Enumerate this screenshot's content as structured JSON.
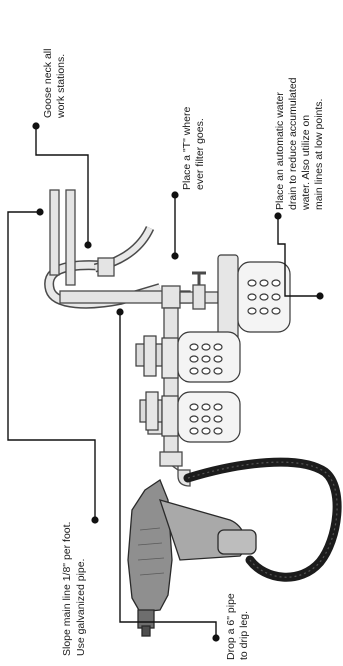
{
  "annotations": {
    "goose_neck": [
      "Goose neck all",
      "work stations."
    ],
    "tee": [
      "Place a \"T\" where",
      "ever filter goes."
    ],
    "water_drain": [
      "Place an automatic water",
      "drain to reduce accumulated",
      "water.  Also utilize on",
      "main lines at low points."
    ],
    "slope": [
      "Slope main line 1/8\" per foot.",
      "Use galvanized pipe."
    ],
    "drip_leg": [
      "Drop a 6\" pipe",
      "to drip leg."
    ]
  },
  "colors": {
    "pipe_fill": "#e4e4e4",
    "pipe_stroke": "#4a4a4a",
    "unit_fill": "#f2f2f2",
    "hose": "#1c1c1c",
    "tool_fill": "#8f8f8f",
    "leader": "#111111"
  }
}
